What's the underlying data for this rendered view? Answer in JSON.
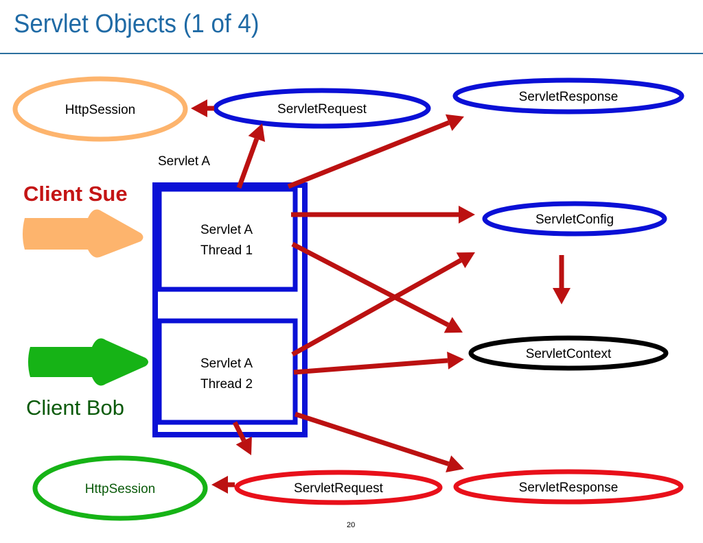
{
  "title": "Servlet Objects (1 of 4)",
  "page_number": "20",
  "colors": {
    "title": "#1f6aa5",
    "blue": "#0a10d6",
    "red": "#e8101a",
    "dark_red": "#bb1111",
    "green": "#16b316",
    "dark_green": "#0a5a0a",
    "orange": "#fdb46d",
    "black": "#000000"
  },
  "labels": {
    "servlet_a": "Servlet A",
    "thread1_line1": "Servlet A",
    "thread1_line2": "Thread 1",
    "thread2_line1": "Servlet A",
    "thread2_line2": "Thread 2",
    "client_sue": "Client Sue",
    "client_bob": "Client Bob"
  },
  "nodes": {
    "httpsession_sue": "HttpSession",
    "servletrequest_sue": "ServletRequest",
    "servletresponse_sue": "ServletResponse",
    "servletconfig": "ServletConfig",
    "servletcontext": "ServletContext",
    "httpsession_bob": "HttpSession",
    "servletrequest_bob": "ServletRequest",
    "servletresponse_bob": "ServletResponse"
  }
}
